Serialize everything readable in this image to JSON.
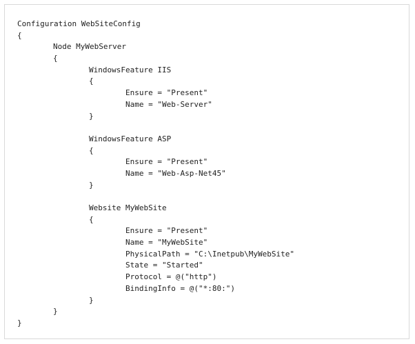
{
  "code": {
    "lines": [
      {
        "indent": 0,
        "text": "Configuration WebSiteConfig"
      },
      {
        "indent": 0,
        "text": "{"
      },
      {
        "indent": 1,
        "text": "Node MyWebServer"
      },
      {
        "indent": 1,
        "text": "{"
      },
      {
        "indent": 2,
        "text": "WindowsFeature IIS"
      },
      {
        "indent": 2,
        "text": "{"
      },
      {
        "indent": 3,
        "text": "Ensure = \"Present\""
      },
      {
        "indent": 3,
        "text": "Name = \"Web-Server\""
      },
      {
        "indent": 2,
        "text": "}"
      },
      {
        "indent": 0,
        "text": ""
      },
      {
        "indent": 2,
        "text": "WindowsFeature ASP"
      },
      {
        "indent": 2,
        "text": "{"
      },
      {
        "indent": 3,
        "text": "Ensure = \"Present\""
      },
      {
        "indent": 3,
        "text": "Name = \"Web-Asp-Net45\""
      },
      {
        "indent": 2,
        "text": "}"
      },
      {
        "indent": 0,
        "text": ""
      },
      {
        "indent": 2,
        "text": "Website MyWebSite"
      },
      {
        "indent": 2,
        "text": "{"
      },
      {
        "indent": 3,
        "text": "Ensure = \"Present\""
      },
      {
        "indent": 3,
        "text": "Name = \"MyWebSite\""
      },
      {
        "indent": 3,
        "text": "PhysicalPath = \"C:\\Inetpub\\MyWebSite\""
      },
      {
        "indent": 3,
        "text": "State = \"Started\""
      },
      {
        "indent": 3,
        "text": "Protocol = @(\"http\")"
      },
      {
        "indent": 3,
        "text": "BindingInfo = @(\"*:80:\")"
      },
      {
        "indent": 2,
        "text": "}"
      },
      {
        "indent": 1,
        "text": "}"
      },
      {
        "indent": 0,
        "text": "}"
      }
    ]
  }
}
